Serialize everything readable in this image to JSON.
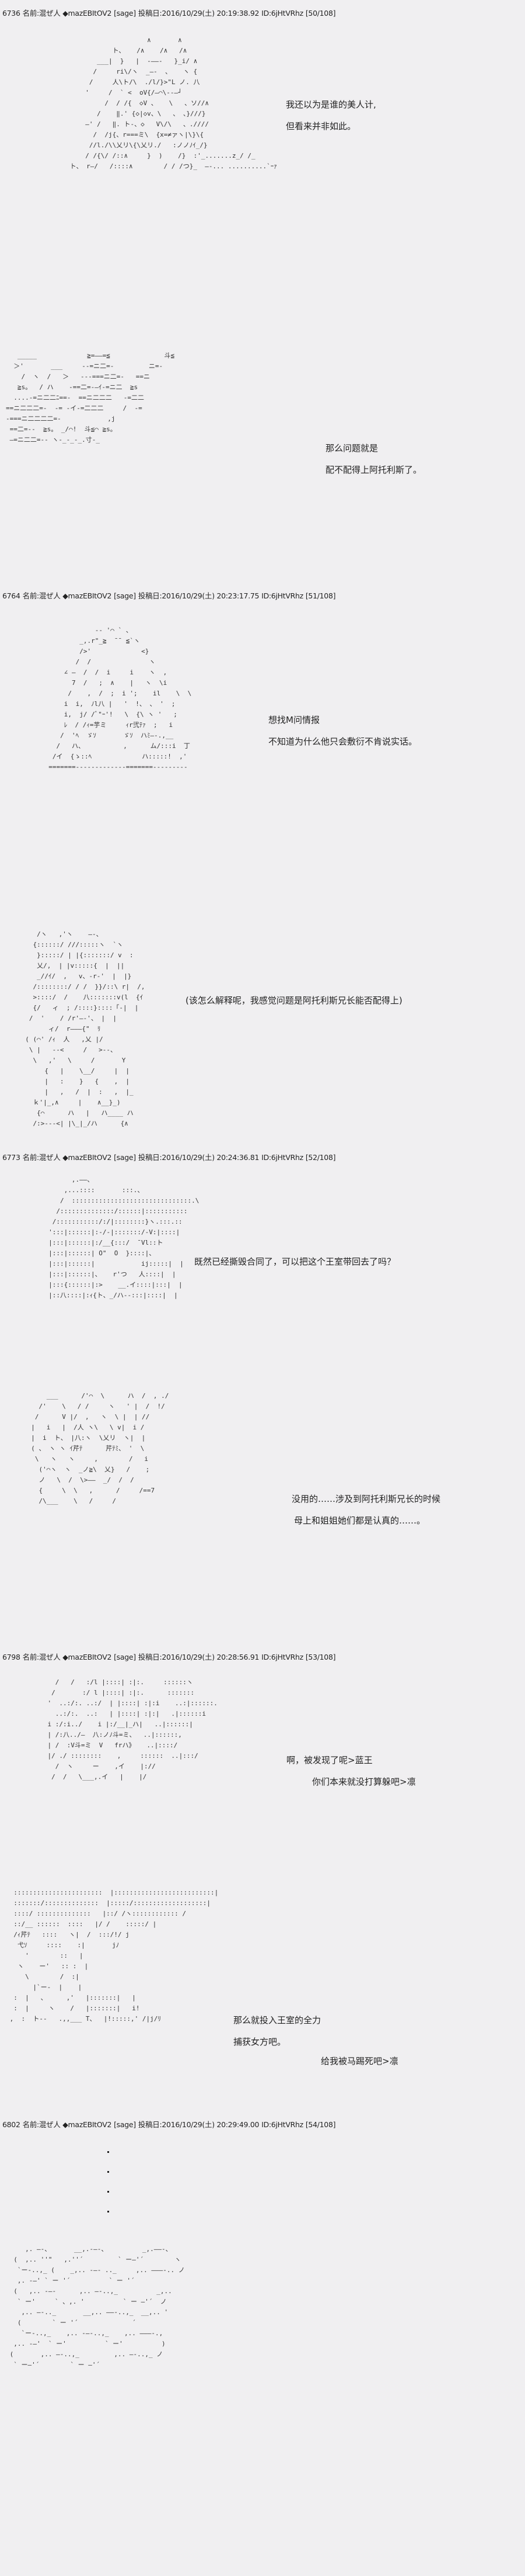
{
  "posts": [
    {
      "header": {
        "no": "6736",
        "name": "名前:混ぜ人 ◆mazEBItOV2",
        "mail": "[sage]",
        "date": "投稿日:2016/10/29(土) 20:19:38.92",
        "id": "ID:6jHtVRhz",
        "count": "[50/108]"
      },
      "dialogue": [
        "我还以为是谁的美人计,",
        "但看来并非如此。",
        "那么问题就是",
        "配不配得上阿托利斯了。"
      ]
    },
    {
      "header": {
        "no": "6764",
        "name": "名前:混ぜ人 ◆mazEBItOV2",
        "mail": "[sage]",
        "date": "投稿日:2016/10/29(土) 20:23:17.75",
        "id": "ID:6jHtVRhz",
        "count": "[51/108]"
      },
      "dialogue": [
        "想找M问情报",
        "不知道为什么他只会敷衍不肯说实话。",
        "(该怎么解释呢，我感觉问题是阿托利斯兄长能否配得上)"
      ]
    },
    {
      "header": {
        "no": "6773",
        "name": "名前:混ぜ人 ◆mazEBItOV2",
        "mail": "[sage]",
        "date": "投稿日:2016/10/29(土) 20:24:36.81",
        "id": "ID:6jHtVRhz",
        "count": "[52/108]"
      },
      "dialogue": [
        "既然已经撕毁合同了，可以把这个王室带回去了吗？",
        "没用的……涉及到阿托利斯兄长的时候",
        "母上和姐姐她们都是认真的……。"
      ]
    },
    {
      "header": {
        "no": "6798",
        "name": "名前:混ぜ人 ◆mazEBItOV2",
        "mail": "[sage]",
        "date": "投稿日:2016/10/29(土) 20:28:56.91",
        "id": "ID:6jHtVRhz",
        "count": "[53/108]"
      },
      "dialogue": [
        "啊，被发现了呢>蓝王",
        "你们本来就没打算躲吧>凛",
        "那么就投入王室的全力",
        "捕获女方吧。",
        "给我被马踢死吧>凛"
      ]
    },
    {
      "header": {
        "no": "6802",
        "name": "名前:混ぜ人 ◆mazEBItOV2",
        "mail": "[sage]",
        "date": "投稿日:2016/10/29(土) 20:29:49.00",
        "id": "ID:6jHtVRhz",
        "count": "[54/108]"
      }
    }
  ],
  "aa": {
    "a1": "                          ∧       ∧\n                 ト、   /∧    /∧   /∧\n             ___|  }   |  -――-   }_i/ ∧\n            /     ri\\/ヽ  _―-  、   ヽ {\n           /     人\\ト/\\  ./l/}>\"L ノ. 八\n          '     /  ` <  oV{/―⌒\\--―┘\n               /  / /{  ◇V 、   \\   、ソ//∧\n             /    ‖.' {◇|◇v、\\   、 、}///}\n          ―' /   ‖. ト-、◇   V\\/\\   、.////\n            /  /j{、r===ミ\\  {x=≠ァヽ|\\}\\{\n           //l./\\\\乂リ\\{\\乂リ./   :ノノﾉｲ_/}\n          / /{\\/ /::∧     }  )    /}  :'_.......z_/ /_\n      ト、 r―/   /::::∧        / / /つ}_  ―-... ..........`ｰｧ",
    "a2": "   _____             ≧=――=≦              斗≦\n  ＞'       ___     --=ニ二=-         ニ=-\n    /  ヽ  /   ＞   ---===ニ二=-   ==ニ\n   ≧s。  / ハ    -==二=-―ｲ-=ニ二  ≧s\n  ....-=ニ二二ﾆ==‐  ==ニ二二二   -=二二\n==ニ二二二=-  ‐= -イ-=二二二     /  -=\n-===ニ二二二二=-            ,j\n ==二=--  ≧s。 _/⌒!  斗≦⌒ ≧s。\n ―=ニ二二=-‐ ヽ-_-_-_.寸-_",
    "a3": "              -- '⌒ ` 、\n          _,.r\"_≧  ̄ ̄  ≦`ヽ\n          />'             <}\n         /  /               ヽ\n      ∠ ―  /  /  i     i    ヽ  ,\n        7  /   ;  ∧    |   ヽ  \\i\n       /    ,  /  ;  i ';    il    \\  \\\n      i  i,  ﾉl八 |   '  !、 、 '  ;\n      i,  j/ /ﾞ\"ｰ'!   \\  {\\ ヽ '   ;\n      ﾚ  / /ｨ=芋ミ     ｨr弐ﾃｧ  ;   i\n     /  'ﾍ  ゞｿ       ゞｿ  ハﾐ―-.,__\n    /   ハ、          ,      ム/:::i  丁\n   /イ  {ゝ::ﾍ             ハ:::::!  ,'\n  =======-------------=======---------",
    "a4": "     /ヽ   ,'ヽ    ―-、\n    {::::::/ ///:::::ヽ  `ヽ\n     }:::::/ | |{:::::::/ v  :\n     乂/,  | |v:::::{  |  ||\n     _//ｲ/  ,   v、-r-'  |  |}\n    /::::::::/ / /  }}/::\\ r|  /,\n    >::::/  /    八:::::::v(l  {ｲ\n    {/   ィ  ; /::::}::::「-|  |\n   /  '    / /r'―-'、 |  |\n        ィ/  r―――{\"  ﾘ\n  ( (⌒' /ｨ  人   ,乂 |/\n   \\ |   --<     /   >--、\n    \\   ,'   \\     /       Y\n       {   |    \\__/     |  |\n       |   :    }   {    ,  |\n       |   ,   /  |  :   ,  |_\n    ｋ'|_,∧     |    ∧__}_)\n     {⌒      ハ   |   ハ____ ハ\n    /:>---<| |\\_|_/ハ      {∧",
    "a5": "           ,.――、\n         ,...::::       :::.、\n        /  :::::::::::::::::::::::::::::::.\\\n       /::::::::::::::/::::::|:::::::::::\n      /:::::::::::/:/|::::::::}ヽ.:::.::\n     ':::|::::::|:-/-|:::::::/-V:|::::|\n     |:::|::::::|:/__{:::/  ̄ Vl::ト\n     |:::|::::::| ̄O\"  ̄O  }::::|、\n     |:::|::::::|            ij:::::|  |\n     |:::|::::::|、   r'つ   人::::|  |\n     |:::{::::::|:>    __.イ::::|:::|  |\n     |::八::::|:ｨ{ト、_/ハ‐-:::|::::|  |",
    "a6": "      ___      /'⌒  \\      ハ  /  , ./\n    /'    \\   / /     ヽ   ' |  /  !/ \n   /      V |/  ,   ヽ  \\ |  | //\n  |   i   |  /人 ヽ\\   \\ v|  i /\n  |  i  ト、 |八:ヽ  \\乂リ  ヽ|  |\n  ( 、 ヽ ヽ ｲ芹ﾃ      芹ﾃﾐ、 '  \\\n   \\   ヽ   ヽ     ,        /   i\n    ('⌒ヽ  ヽ  _ノ≧\\  乂}   /    ;\n    ノ   \\  /  \\>――  _/  /  /\n    {     \\  \\   ,      /     /==7\n    /\\___    \\   /     /",
    "a7": "      /   /   :/l |::::| :|:.     ::::::ヽ\n     /       :/ l |::::| :|:.      :::::::\n    '  ..:/:. ..:/  | |::::| :|:i    ..:|::::::.\n      ..:/:.  ..:   | |::::| :|:|   .|::::::i\n    i :/:i../    i |:/__|_ハ|   ..|::::::|\n    | /:八../―  八:ノﾉ斗=ミ、  ..|::::::,\n    | /  :V斗=ミ  V   frハ》   ..|::::/\n    |/ ./ ::::::::    ,     ::::::  ..|:::/\n      /  ヽ     ー    ,イ    |://\n     /  /   \\___,.イ   |    |/",
    "a8": "  :::::::::::::::::::::::  |::::::::::::::::::::::::::|\n  :::::::/::::::::::::::  |:::::/:::::::::::::::::::|\n  ::::/ ::::::::::::::   |::/ /ヽ:::::::::::: /\n  ::/__ ::::::  ::::   |/ /    :::::/ |\n  /ｨ芹ﾃ   ::::   ヽ|  /  :::/!/ j\n   弋ｿ     ::::    :|       jﾉ\n     '        ::   |\n   ヽ    ー'   :: :  |\n     \\        /  :|\n       |`ー‐  |    |\n  :  |   、     ,'   |:::::::|   |\n  :  |     ヽ    /   |:::::::|   i!\n ,  :  ト--   .,,___ T、  |!:::::,' /|j/ﾘ",
    "a9": "     ,. ―-、      __,.-―-、         _,.――-、\n  (  ,.. ''\"   ,.''´         ` ー―'´        ヽ\n   `ー-..,_ (    _,.. -―- .._     ,.. ―――-.. ノ\n   ,. -―' ` ー '´          ` ー '´\n  (   ,.. -―-      ,.. ―-..,_          _,..\n   ` ー'     ` 、,. '          ` ー ―'´  ノ\n    ,.. ―-.._       __,.. ――-..,_  __,.. '\n   (        ` ー '´              ´\n    `ー-..,_    ,.. -―-..,_    ,.. ―――-.,\n  ,.. -―'  ` ー'          ` ー'          )\n (       ,.. ―-..,_         ,.. ―-..,_ ノ\n  ` ー―'´        ` ー ―'´"
  }
}
